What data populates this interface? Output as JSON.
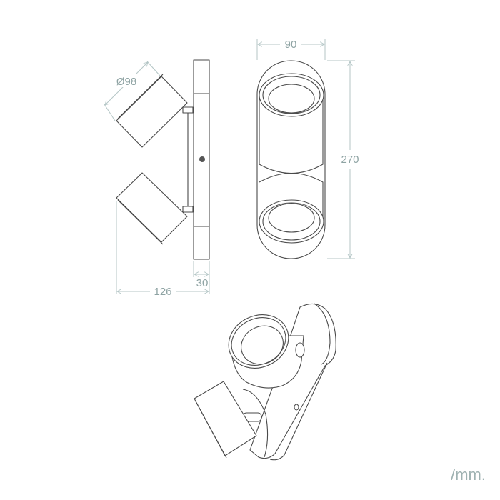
{
  "dimensions": {
    "diameter": "Ø98",
    "depth_total": "126",
    "depth_base": "30",
    "width": "90",
    "height": "270"
  },
  "unit_label": "/mm.",
  "colors": {
    "line": "#4a4a4a",
    "dimension": "#b4c6c6",
    "dimension_text": "#8ea3a3"
  }
}
